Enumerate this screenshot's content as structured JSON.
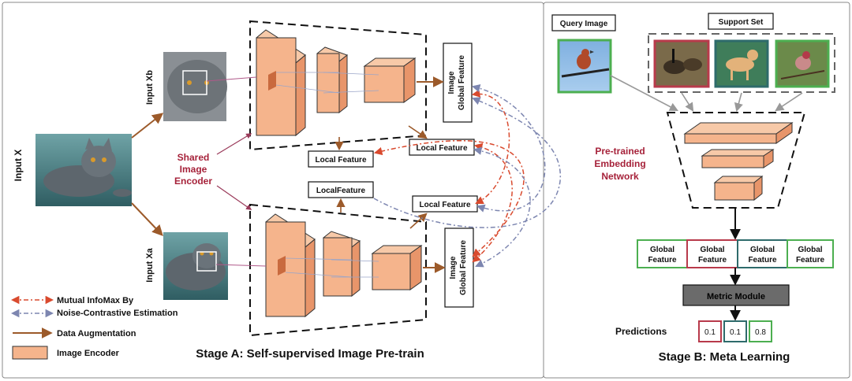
{
  "stage_a": {
    "title": "Stage A: Self-supervised Image Pre-train",
    "input_x": "Input X",
    "input_xb": "Input Xb",
    "input_xa": "Input Xa",
    "shared_encoder": [
      "Shared",
      "Image",
      "Encoder"
    ],
    "global_feature": [
      "Image",
      "Global Feature"
    ],
    "local_feature_b1": "Local Feature",
    "local_feature_b2": "Local Feature",
    "local_feature_a1": "LocalFeature",
    "local_feature_a2": "Local Feature"
  },
  "legend": {
    "mutual_1": "Mutual InfoMax By",
    "mutual_2": "Noise-Contrastive Estimation",
    "data_aug": "Data Augmentation",
    "image_encoder": "Image Encoder"
  },
  "stage_b": {
    "title": "Stage B: Meta Learning",
    "query_image": "Query Image",
    "support_set": "Support Set",
    "pretrained": [
      "Pre-trained",
      "Embedding",
      "Network"
    ],
    "global_features": [
      {
        "line1": "Global",
        "line2": "Feature",
        "border": "#4caf50"
      },
      {
        "line1": "Global",
        "line2": "Feature",
        "border": "#b83a4b"
      },
      {
        "line1": "Global",
        "line2": "Feature",
        "border": "#2e6b6b"
      },
      {
        "line1": "Global",
        "line2": "Feature",
        "border": "#4caf50"
      }
    ],
    "metric_module": "Metric Module",
    "predictions_label": "Predictions",
    "predictions": [
      {
        "value": "0.1",
        "border": "#b83a4b"
      },
      {
        "value": "0.1",
        "border": "#2e6b6b"
      },
      {
        "value": "0.8",
        "border": "#4caf50"
      }
    ]
  },
  "colors": {
    "encoder_fill": "#f5b48c",
    "encoder_top": "#f7c9a8",
    "encoder_side": "#e8956a",
    "brown_arrow": "#9c5a2a",
    "red_dashed": "#d94a2e",
    "blue_dashed": "#7d86b0",
    "accent_text": "#a6223a",
    "metric_fill": "#6b6b6b"
  }
}
